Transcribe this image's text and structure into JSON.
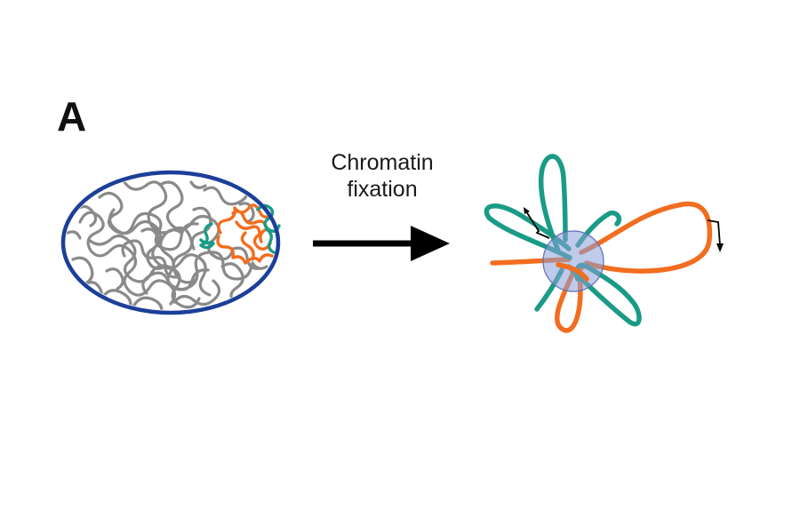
{
  "panel": {
    "label": "A",
    "step_label_line1": "Chromatin",
    "step_label_line2": "fixation"
  },
  "colors": {
    "nucleus_outline": "#1c3f99",
    "chromatin": "#8a8a8a",
    "locus_orange": "#f26d1f",
    "locus_teal": "#1a9b86",
    "crosslink_hub": "#8c9fd8",
    "arrow": "#000000"
  }
}
